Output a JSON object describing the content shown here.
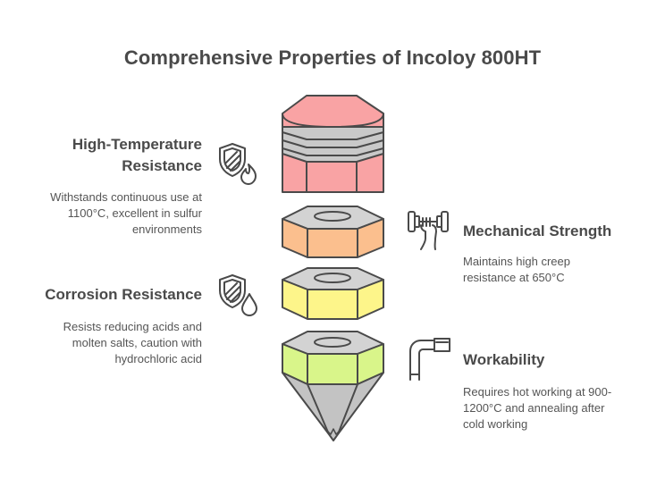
{
  "title": "Comprehensive Properties of Incoloy 800HT",
  "sections": {
    "high_temp": {
      "title_lines": [
        "High-Temperature",
        "Resistance"
      ],
      "desc_lines": [
        "Withstands continuous use at",
        "1100°C, excellent in sulfur",
        "environments"
      ],
      "icon": "shield-flame-icon",
      "color": "#f9a3a4"
    },
    "mechanical": {
      "title_lines": [
        "Mechanical Strength"
      ],
      "desc_lines": [
        "Maintains high creep",
        "resistance at 650°C"
      ],
      "icon": "dumbbell-hand-icon",
      "color": "#fbbf8e"
    },
    "corrosion": {
      "title_lines": [
        "Corrosion Resistance"
      ],
      "desc_lines": [
        "Resists reducing acids and",
        "molten salts, caution with",
        "hydrochloric acid"
      ],
      "icon": "shield-drop-icon",
      "color": "#fdf58a"
    },
    "workability": {
      "title_lines": [
        "Workability"
      ],
      "desc_lines": [
        "Requires hot working at 900-",
        "1200°C and annealing after",
        "cold working"
      ],
      "icon": "pipe-elbow-icon",
      "color": "#d9f58a"
    }
  },
  "colors": {
    "gray_face": "#d3d3d3",
    "gray_side": "#c3c3c3",
    "outline": "#4a4a4a"
  }
}
